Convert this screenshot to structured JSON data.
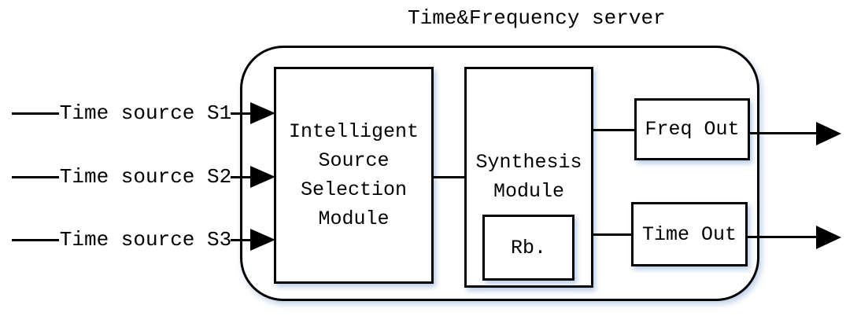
{
  "title": "Time&Frequency server",
  "colors": {
    "line": "#000000",
    "box_fill": "#ffffff",
    "background": "#ffffff",
    "shadow_tint": "#8cacd8"
  },
  "inputs": [
    {
      "label": "Time source S1"
    },
    {
      "label": "Time source S2"
    },
    {
      "label": "Time source S3"
    }
  ],
  "server": {
    "modules": {
      "selection": {
        "lines": [
          "Intelligent",
          "Source",
          "Selection",
          "Module"
        ]
      },
      "synthesis": {
        "lines": [
          "Synthesis",
          "Module"
        ],
        "rb_label": "Rb."
      },
      "freq_out": {
        "label": "Freq Out"
      },
      "time_out": {
        "label": "Time Out"
      }
    }
  }
}
